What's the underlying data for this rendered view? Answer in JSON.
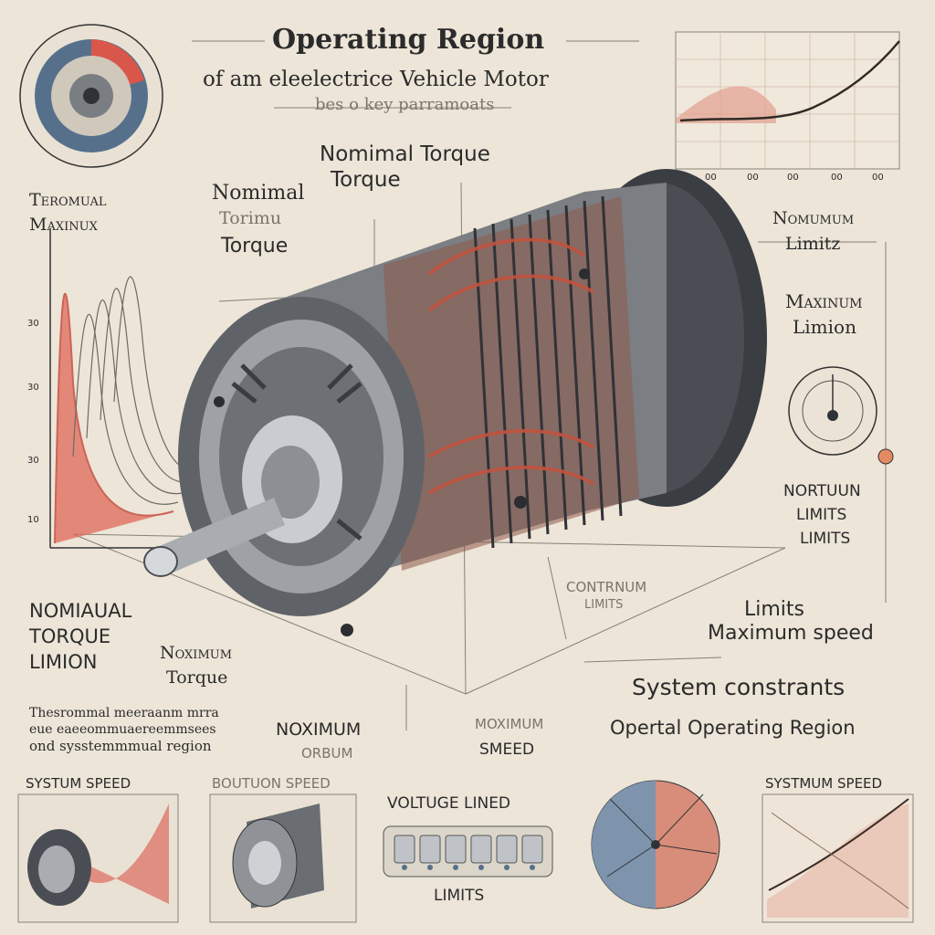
{
  "header": {
    "title": "Operating Region",
    "subtitle": "of am eleelectrice Vehicle Motor",
    "tagline": "bes o key parramoats"
  },
  "labels": {
    "nominal_torque_center": "Nomimal Torque\nTorque",
    "nominal_torque_left_1": "Nomimal",
    "nominal_torque_left_2": "Torimu",
    "nominal_torque_left_3": "Torque",
    "teromual": "Teromual",
    "maxinux": "Maxinux",
    "nomumum_1": "Nomumum",
    "nomumum_2": "Limitz",
    "maximum_limion_1": "Maxinum",
    "maximum_limion_2": "Limion",
    "nortuun_1": "NORTUUN",
    "nortuun_2": "LIMITS",
    "nortuun_3": "LIMITS",
    "contrnum_1": "CONTRNUM",
    "contrnum_2": "LIMITS",
    "limits_max_speed_1": "Limits",
    "limits_max_speed_2": "Maximum speed",
    "system_constraints": "System constrants",
    "operating_region": "Opertal Operating Region",
    "nomiaual_1": "NOMIAUAL",
    "nomiaual_2": "TORQUE",
    "nomiaual_3": "LIMION",
    "noximum_torque_1": "Noximum",
    "noximum_torque_2": "Torque",
    "noximum_orbum_1": "NOXIMUM",
    "noximum_orbum_2": "ORBUM",
    "moximum": "MOXIMUM",
    "smeed": "SMEED",
    "paragraph_1": "Thesrommal meeraanm mrra",
    "paragraph_2": "eue eaeeommuaereemmsees",
    "paragraph_3": "ond sysstemmmual region",
    "axis_top_left": "30",
    "axis_mid_left": "30",
    "axis_low_left": "30",
    "axis_bottom_left": "10"
  },
  "panels": {
    "systum_speed": "SYSTUM SPEED",
    "boutuon_speed": "BOUTUON SPEED",
    "voltuge_lined": "VOLTUGE LINED",
    "limits": "LIMITS",
    "systmum_speed": "SYSTMUM SPEED"
  },
  "top_chart_ticks": [
    "00",
    "00",
    "00",
    "00",
    "00"
  ],
  "colors": {
    "background": "#ece5d8",
    "accent_red": "#d9574a",
    "accent_blue": "#56708c",
    "metal": "#8c8f93",
    "dark": "#2f3237"
  },
  "icons": {
    "gauge_top_left": "dial-gauge-icon",
    "gauge_right": "dial-gauge-icon",
    "pie_bottom": "pie-gauge-icon"
  }
}
